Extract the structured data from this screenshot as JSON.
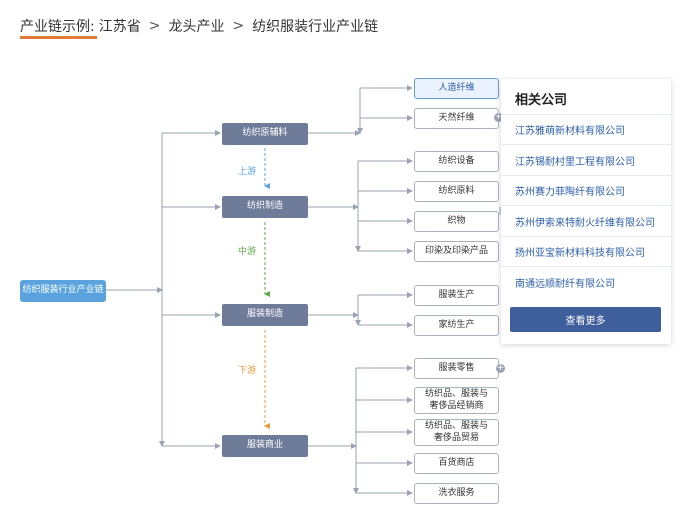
{
  "breadcrumb": {
    "label": "产业链示例:",
    "region": "江苏省",
    "sep": ">",
    "sector": "龙头产业",
    "chain": "纺织服装行业产业链"
  },
  "tree": {
    "root": "纺织服装行业产业链",
    "categories": {
      "raw": "纺织原辅料",
      "mfg": "纺织制造",
      "garment": "服装制造",
      "commerce": "服装商业"
    },
    "stages": {
      "upstream": "上游",
      "midstream": "中游",
      "downstream": "下游"
    },
    "raw_items": [
      "人造纤维",
      "天然纤维"
    ],
    "mfg_items": [
      "纺织设备",
      "纺织原料",
      "织物",
      "印染及印染产品"
    ],
    "garment_items": [
      "服装生产",
      "家纺生产"
    ],
    "commerce_items": [
      "服装零售",
      "纺织品、服装与\n奢侈品经销商",
      "纺织品、服装与\n奢侈品贸易",
      "百货商店",
      "洗衣服务"
    ]
  },
  "panel": {
    "title": "相关公司",
    "companies": [
      "江苏雅萌新材料有限公司",
      "江苏锡耐村里工程有限公司",
      "苏州赛力菲陶纤有限公司",
      "苏州伊索来特耐火纤维有限公司",
      "扬州亚宝新材料科技有限公司",
      "南通远顺耐纤有限公司"
    ],
    "more_button": "查看更多"
  },
  "plus_symbol": "+",
  "colors": {
    "category": "#6e7b99",
    "root": "#5aa3df",
    "upstream": "#5aa3df",
    "midstream": "#5fa84a",
    "downstream": "#e59a3c",
    "button": "#3e5f9c",
    "accent": "#e07b39"
  }
}
